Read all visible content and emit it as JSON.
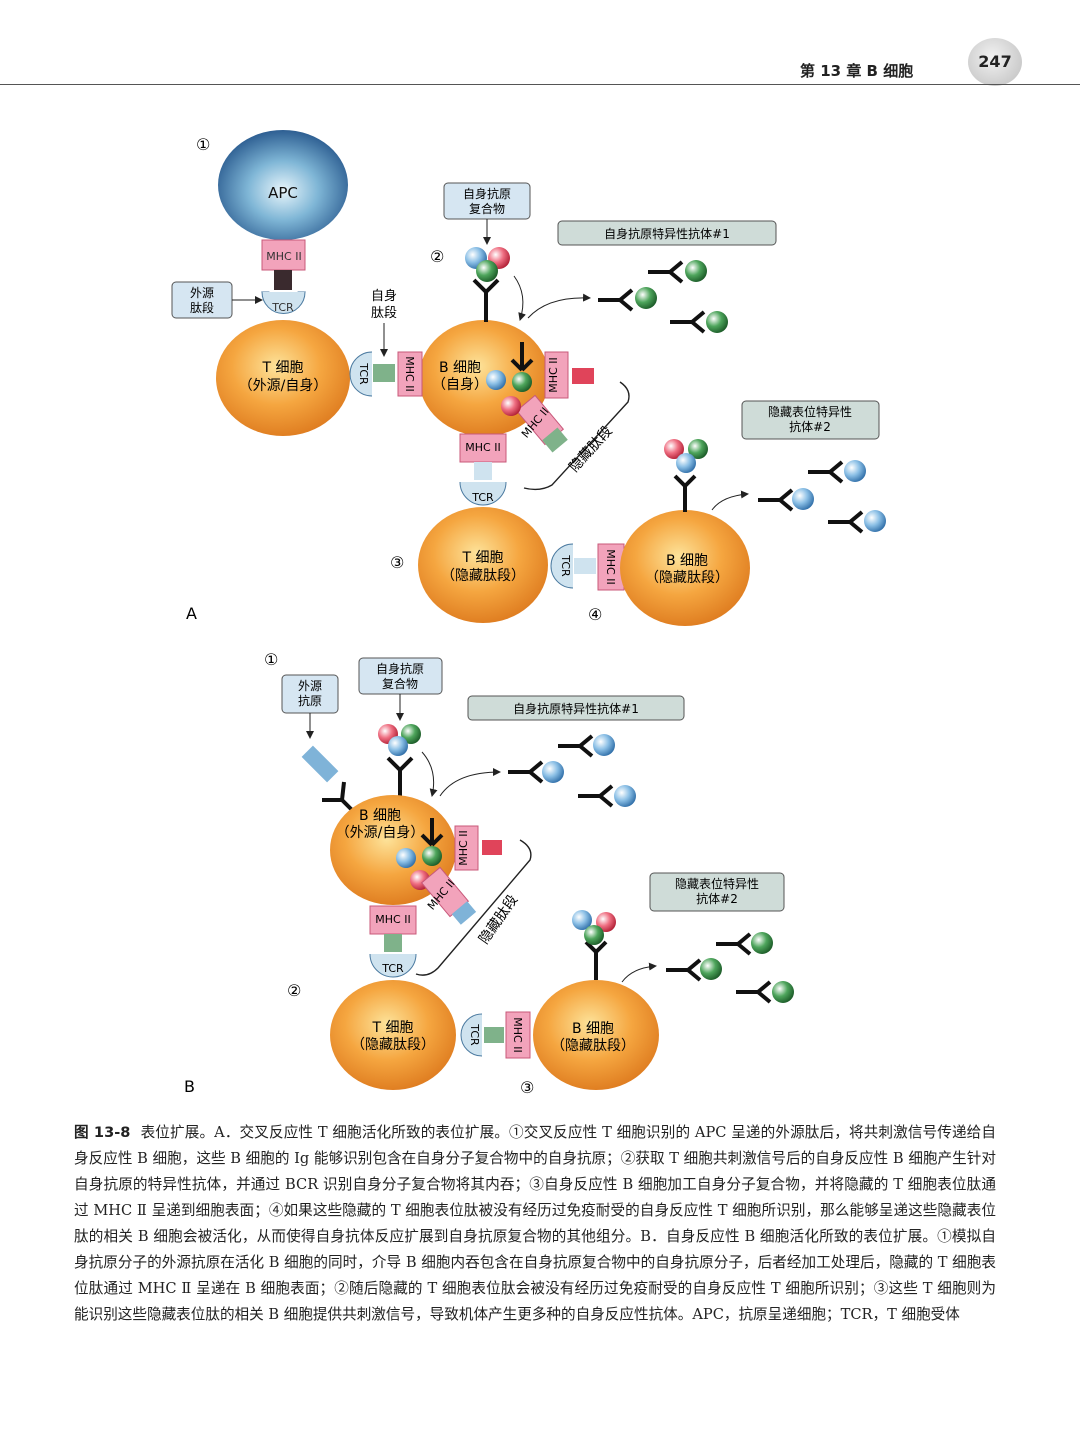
{
  "header": {
    "chapter": "第 13 章   B 细胞",
    "page_number": "247"
  },
  "panel_a": {
    "label": "A",
    "step1": "①",
    "step2": "②",
    "step3": "③",
    "step4": "④",
    "apc": "APC",
    "mhc2": "MHC II",
    "tcr": "TCR",
    "exo_peptide": [
      "外源",
      "肽段"
    ],
    "self_peptide": [
      "自身",
      "肽段"
    ],
    "self_antigen_complex": [
      "自身抗原",
      "复合物"
    ],
    "antibody1": "自身抗原特异性抗体#1",
    "antibody2": [
      "隐藏表位特异性",
      "抗体#2"
    ],
    "hidden_peptide": "隐藏肽段",
    "t_cell": [
      "T 细胞",
      "（外源/自身）"
    ],
    "b_cell": [
      "B 细胞",
      "（自身）"
    ],
    "t_cell_hidden": [
      "T 细胞",
      "（隐藏肽段）"
    ],
    "b_cell_hidden": [
      "B 细胞",
      "（隐藏肽段）"
    ]
  },
  "panel_b": {
    "label": "B",
    "step1": "①",
    "step2": "②",
    "step3": "③",
    "exo_antigen": [
      "外源",
      "抗原"
    ],
    "self_antigen_complex": [
      "自身抗原",
      "复合物"
    ],
    "antibody1": "自身抗原特异性抗体#1",
    "antibody2": [
      "隐藏表位特异性",
      "抗体#2"
    ],
    "hidden_peptide": "隐藏肽段",
    "mhc2": "MHC II",
    "tcr": "TCR",
    "b_cell": [
      "B 细胞",
      "（外源/自身）"
    ],
    "t_cell_hidden": [
      "T 细胞",
      "（隐藏肽段）"
    ],
    "b_cell_hidden": [
      "B 细胞",
      "（隐藏肽段）"
    ]
  },
  "caption": {
    "label": "图 13-8",
    "text": "表位扩展。A．交叉反应性 T 细胞活化所致的表位扩展。①交叉反应性 T 细胞识别的 APC 呈递的外源肽后，将共刺激信号传递给自身反应性 B 细胞，这些 B 细胞的 Ig 能够识别包含在自身分子复合物中的自身抗原；②获取 T 细胞共刺激信号后的自身反应性 B 细胞产生针对自身抗原的特异性抗体，并通过 BCR 识别自身分子复合物将其内吞；③自身反应性 B 细胞加工自身分子复合物，并将隐藏的 T 细胞表位肽通过 MHC Ⅱ 呈递到细胞表面；④如果这些隐藏的 T 细胞表位肽被没有经历过免疫耐受的自身反应性 T 细胞所识别，那么能够呈递这些隐藏表位肽的相关 B 细胞会被活化，从而使得自身抗体反应扩展到自身抗原复合物的其他组分。B．自身反应性 B 细胞活化所致的表位扩展。①模拟自身抗原分子的外源抗原在活化 B 细胞的同时，介导 B 细胞内吞包含在自身抗原复合物中的自身抗原分子，后者经加工处理后，隐藏的 T 细胞表位肽通过 MHC Ⅱ 呈递在 B 细胞表面；②随后隐藏的 T 细胞表位肽会被没有经历过免疫耐受的自身反应性 T 细胞所识别；③这些 T 细胞则为能识别这些隐藏表位肽的相关 B 细胞提供共刺激信号，导致机体产生更多种的自身反应性抗体。APC，抗原呈递细胞；TCR，T 细胞受体"
  },
  "colors": {
    "cell_orange": "#f0932e",
    "mhc_pink": "#f2a3bb",
    "tcr_blue": "#cfe3ef",
    "box_blue": "#d6e6f2",
    "box_gray": "#cfdcd8",
    "bead_blue": "#6fa8dc",
    "bead_red": "#e0445a",
    "bead_green": "#2f8a3e",
    "peptide_green": "#7fb28a",
    "peptide_red": "#e0445a",
    "peptide_blue": "#7fb3d8"
  }
}
